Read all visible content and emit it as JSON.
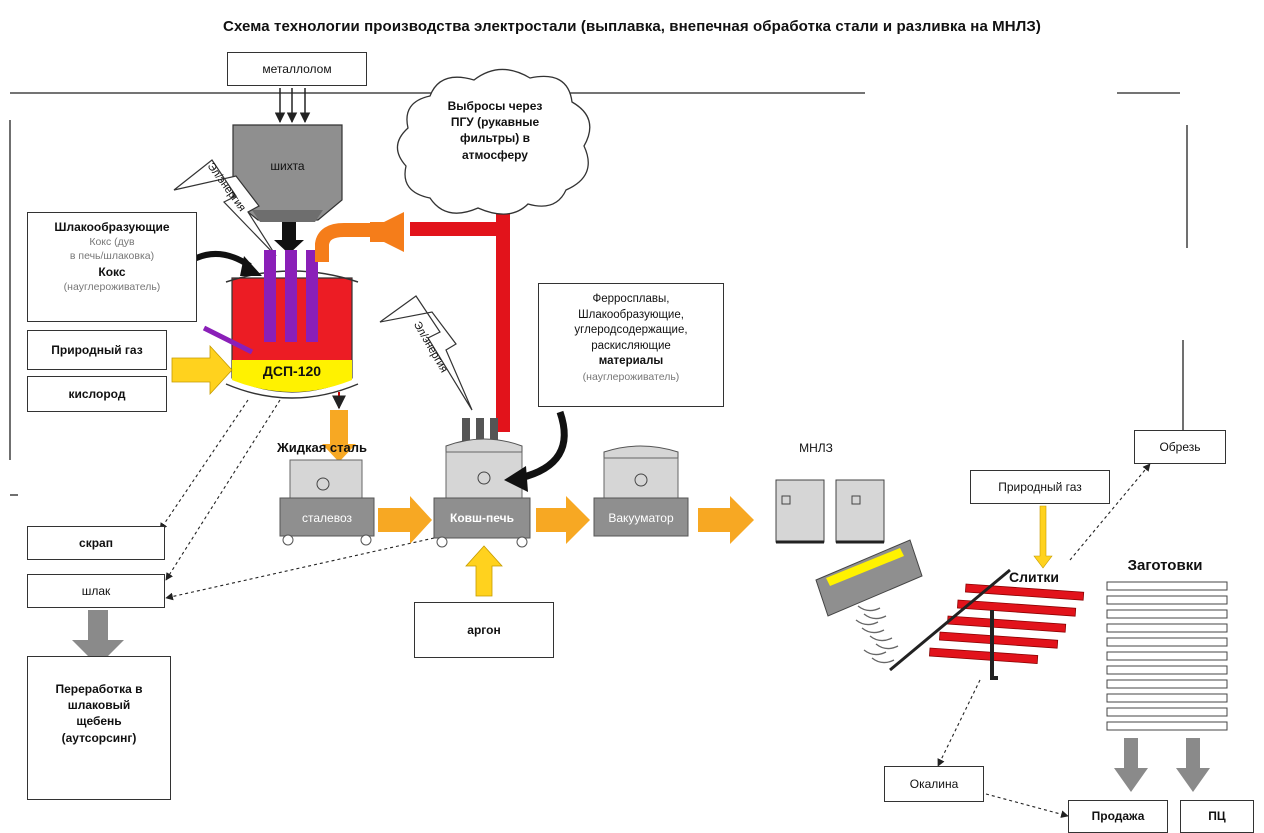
{
  "title": "Схема технологии производства электростали (выплавка, внепечная обработка стали и разливка на МНЛЗ)",
  "nodes": {
    "metallolom": "металлолом",
    "shikhta": "шихта",
    "emissions": [
      "Выбросы через",
      "ПГУ (рукавные",
      "фильтры) в",
      "атмосферу"
    ],
    "slag_formers_1": [
      "Шлакообразующие",
      "Кокс (дув",
      "в печь/шлаковка)",
      "Кокс",
      "(науглероживатель)"
    ],
    "natural_gas_1": "Природный газ",
    "oxygen": "кислород",
    "dsp": "ДСП-120",
    "elenergy_1": "Эл/энергия",
    "elenergy_2": "Эл/энергия",
    "ferroalloys": [
      "Ферросплавы,",
      "Шлакообразующие,",
      "углеродсодержащие,",
      "раскисляющие",
      "материалы",
      "(науглероживатель)"
    ],
    "liquid_steel": "Жидкая сталь",
    "steel_ladle": "сталевоз",
    "ladle_furnace": "Ковш-печь",
    "vacuum": "Вакууматор",
    "mnlz": "МНЛЗ",
    "natural_gas_2": "Природный газ",
    "obrez": "Обрезь",
    "scrap": "скрап",
    "slag": "шлак",
    "argon": "аргон",
    "processing": [
      "Переработка в",
      "шлаковый",
      "щебень",
      "(аутсорсинг)"
    ],
    "ingots": "Слитки",
    "billets": "Заготовки",
    "scale": "Окалина",
    "sale": "Продажа",
    "pc": "ПЦ"
  },
  "colors": {
    "yellow_arrow": "#ffd21e",
    "orange_arrow": "#f7a823",
    "red_pipe": "#e2131b",
    "orange_pipe": "#f57d1a",
    "purple_electrode": "#8a1fb8",
    "furnace_red": "#ec1c24",
    "furnace_yellow": "#fff200",
    "gray_arrow": "#8a8a8a",
    "dark_gray": "#8f8f8f",
    "light_gray": "#d6d6d6"
  },
  "icons": [
    "lightning-bolt-icon",
    "curved-arrow-icon",
    "cloud-icon"
  ]
}
